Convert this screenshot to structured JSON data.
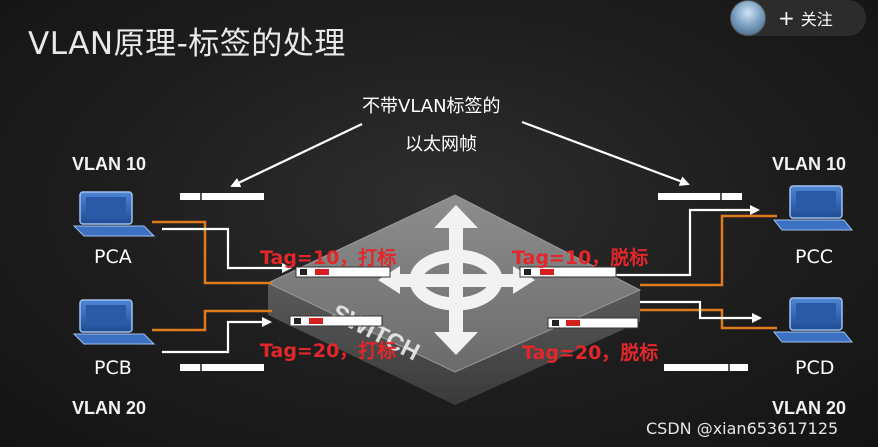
{
  "title": "VLAN原理-标签的处理",
  "note": {
    "line1": "不带VLAN标签的",
    "line2": "以太网帧"
  },
  "hosts": {
    "pca": {
      "name": "PCA",
      "vlan": "VLAN 10"
    },
    "pcb": {
      "name": "PCB",
      "vlan": "VLAN 20"
    },
    "pcc": {
      "name": "PCC",
      "vlan": "VLAN 10"
    },
    "pcd": {
      "name": "PCD",
      "vlan": "VLAN 20"
    }
  },
  "tags": {
    "tag10_in": "Tag=10，打标",
    "tag10_out": "Tag=10，脱标",
    "tag20_in": "Tag=20，打标",
    "tag20_out": "Tag=20，脱标"
  },
  "switch_label": "SWITCH",
  "follow": {
    "plus": "+",
    "label": "关注"
  },
  "watermark": "CSDN @xian653617125",
  "colors": {
    "link": "#e07b1c",
    "tag_text": "#e3262a",
    "pc_blue": "#2f63b3",
    "switch_top": "#7c7c7c"
  }
}
